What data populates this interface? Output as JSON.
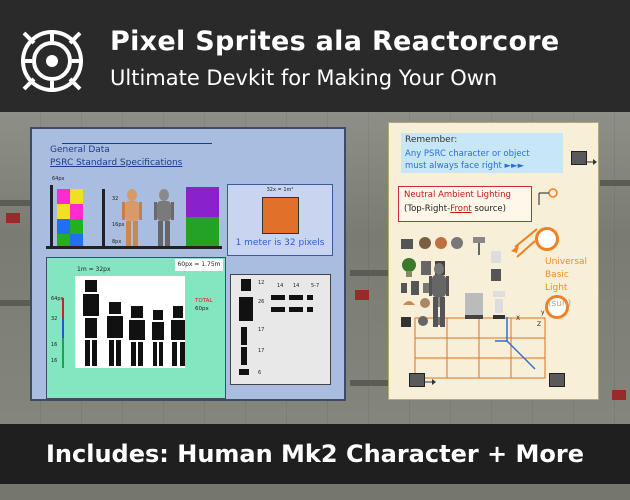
{
  "banner": {
    "title": "Pixel Sprites ala Reactorcore",
    "subtitle": "Ultimate Devkit for Making Your Own"
  },
  "general": {
    "heading": "General Data",
    "subheading": "PSRC Standard Specifications",
    "px64": "64px",
    "px32": "32",
    "px16": "16px",
    "px8": "8px",
    "square_caption": "32x = 1m²",
    "meter_label": "1 meter is 32 pixels",
    "scale_label": "1m = 32px",
    "height_label": "60px = 1.75m",
    "left_64": "64px",
    "left_32": "32",
    "left_16a": "16",
    "left_16b": "16",
    "total_label": "TOTAL",
    "total_value": "60px",
    "grey_12": "12",
    "grey_26": "26",
    "grey_17a": "17",
    "grey_17b": "17",
    "grey_6": "6",
    "grey_14a": "14",
    "grey_14b": "14",
    "grey_57": "5-7"
  },
  "lighting": {
    "remember_title": "Remember:",
    "remember_line1": "Any PSRC character or object",
    "remember_line2": "must always face right ►►►",
    "ambient_title": "Neutral Ambient Lighting",
    "ambient_prefix": "(Top-Right-",
    "ambient_front": "Front",
    "ambient_suffix": " source)",
    "light_1": "Universal",
    "light_2": "Basic",
    "light_3": "Light",
    "light_4": "(sun)",
    "axis_x": "X",
    "axis_z": "Z",
    "axis_y": "y"
  },
  "footer": {
    "text": "Includes: Human Mk2 Character + More"
  }
}
